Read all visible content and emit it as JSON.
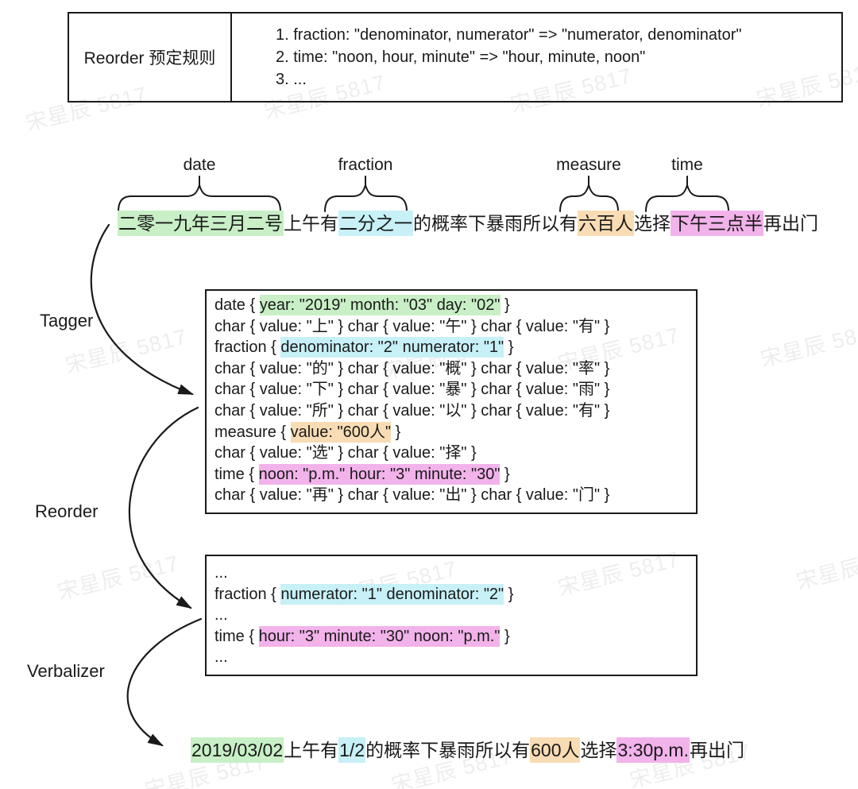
{
  "watermark": {
    "text": "宋星辰 5817"
  },
  "colors": {
    "highlight_green": "#c8efc6",
    "highlight_cyan": "#c7f0f7",
    "highlight_orange": "#f8dcb4",
    "highlight_pink": "#f2b2ea",
    "line_color": "#1a1a1a"
  },
  "rules_table": {
    "header": "Reorder 预定规则",
    "rules": [
      {
        "text": "1. fraction: \"denominator, numerator\" => \"numerator, denominator\""
      },
      {
        "text": "2. time: \"noon, hour, minute\" => \"hour, minute, noon\""
      },
      {
        "text": "3. ..."
      }
    ]
  },
  "annotations": {
    "labels": [
      {
        "text": "date"
      },
      {
        "text": "fraction"
      },
      {
        "text": "measure"
      },
      {
        "text": "time"
      }
    ]
  },
  "pipeline": {
    "tagger": "Tagger",
    "reorder": "Reorder",
    "verbalizer": "Verbalizer"
  },
  "input_sentence": {
    "segments": [
      {
        "text": "二零一九年三月二号",
        "hl": "green"
      },
      {
        "text": "上午有",
        "hl": null
      },
      {
        "text": "二分之一",
        "hl": "cyan"
      },
      {
        "text": "的概率下暴雨所以有",
        "hl": null
      },
      {
        "text": "六百人",
        "hl": "orange"
      },
      {
        "text": "选择",
        "hl": null
      },
      {
        "text": "下午三点半",
        "hl": "pink"
      },
      {
        "text": "再出门",
        "hl": null
      }
    ]
  },
  "tagger_box": {
    "lines": [
      {
        "segments": [
          {
            "text": "date { ",
            "hl": null
          },
          {
            "text": "year: \"2019\" month: \"03\" day: \"02\"",
            "hl": "green"
          },
          {
            "text": " }",
            "hl": null
          }
        ]
      },
      {
        "segments": [
          {
            "text": "char { value: \"上\" } char { value: \"午\" } char { value: \"有\" }",
            "hl": null
          }
        ]
      },
      {
        "segments": [
          {
            "text": "fraction { ",
            "hl": null
          },
          {
            "text": "denominator: \"2\" numerator: \"1\"",
            "hl": "cyan"
          },
          {
            "text": " }",
            "hl": null
          }
        ]
      },
      {
        "segments": [
          {
            "text": "char { value: \"的\" } char { value: \"概\" } char { value: \"率\" }",
            "hl": null
          }
        ]
      },
      {
        "segments": [
          {
            "text": "char { value: \"下\" } char { value: \"暴\" } char { value: \"雨\" }",
            "hl": null
          }
        ]
      },
      {
        "segments": [
          {
            "text": "char { value: \"所\" } char { value: \"以\" } char { value: \"有\" }",
            "hl": null
          }
        ]
      },
      {
        "segments": [
          {
            "text": "measure { ",
            "hl": null
          },
          {
            "text": "value: \"600人\"",
            "hl": "orange"
          },
          {
            "text": " }",
            "hl": null
          }
        ]
      },
      {
        "segments": [
          {
            "text": "char { value: \"选\" } char { value: \"择\" }",
            "hl": null
          }
        ]
      },
      {
        "segments": [
          {
            "text": "time { ",
            "hl": null
          },
          {
            "text": "noon: \"p.m.\" hour: \"3\" minute: \"30\"",
            "hl": "pink"
          },
          {
            "text": " }",
            "hl": null
          }
        ]
      },
      {
        "segments": [
          {
            "text": "char { value: \"再\" } char { value: \"出\" } char { value: \"门\" }",
            "hl": null
          }
        ]
      }
    ]
  },
  "reorder_box": {
    "lines": [
      {
        "segments": [
          {
            "text": "...",
            "hl": null
          }
        ]
      },
      {
        "segments": [
          {
            "text": "fraction { ",
            "hl": null
          },
          {
            "text": "numerator: \"1\" denominator: \"2\"",
            "hl": "cyan"
          },
          {
            "text": " }",
            "hl": null
          }
        ]
      },
      {
        "segments": [
          {
            "text": "...",
            "hl": null
          }
        ]
      },
      {
        "segments": [
          {
            "text": "time { ",
            "hl": null
          },
          {
            "text": "hour: \"3\" minute: \"30\" noon: \"p.m.\"",
            "hl": "pink"
          },
          {
            "text": " }",
            "hl": null
          }
        ]
      },
      {
        "segments": [
          {
            "text": "...",
            "hl": null
          }
        ]
      }
    ]
  },
  "output_sentence": {
    "segments": [
      {
        "text": "2019/03/02",
        "hl": "green"
      },
      {
        "text": "上午有",
        "hl": null
      },
      {
        "text": "1/2",
        "hl": "cyan"
      },
      {
        "text": "的概率下暴雨所以有",
        "hl": null
      },
      {
        "text": "600人",
        "hl": "orange"
      },
      {
        "text": "选择",
        "hl": null
      },
      {
        "text": "3:30p.m.",
        "hl": "pink"
      },
      {
        "text": "再出门",
        "hl": null
      }
    ]
  }
}
